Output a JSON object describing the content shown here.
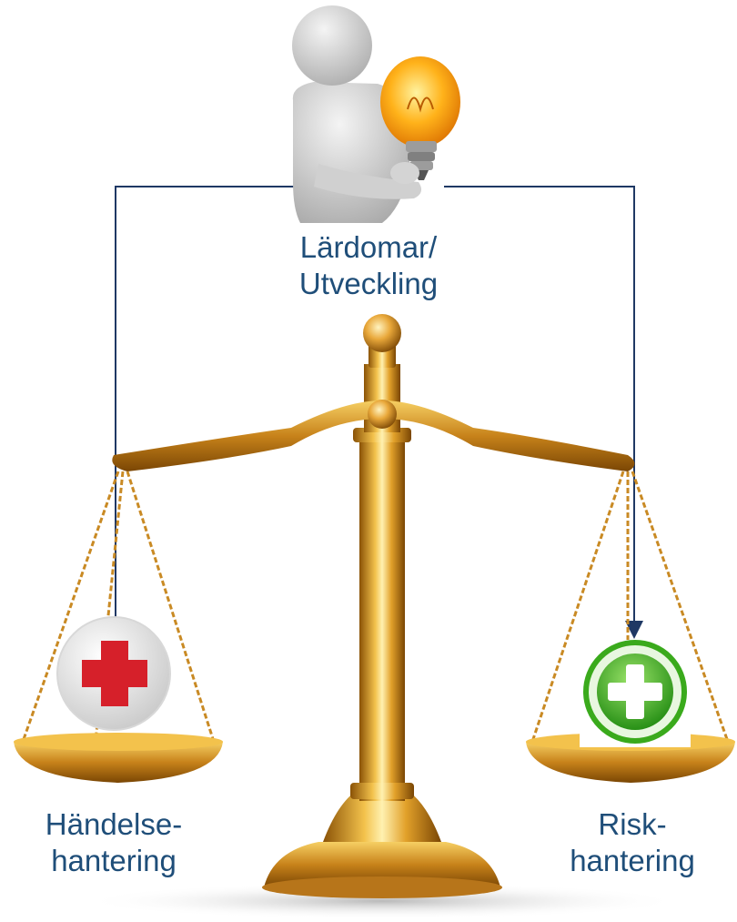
{
  "labels": {
    "top": {
      "line1": "Lärdomar/",
      "line2": "Utveckling"
    },
    "left": {
      "line1": "Händelse-",
      "line2": "hantering"
    },
    "right": {
      "line1": "Risk-",
      "line2": "hantering"
    }
  },
  "colors": {
    "text": "#1f4e79",
    "connector": "#1f3864",
    "gold": "#d9951c",
    "red_cross": "#d6202a",
    "green_cross": "#3aaa1c"
  },
  "icons": {
    "top": "person-with-lightbulb-icon",
    "left": "red-cross-icon",
    "right": "green-plus-icon"
  }
}
